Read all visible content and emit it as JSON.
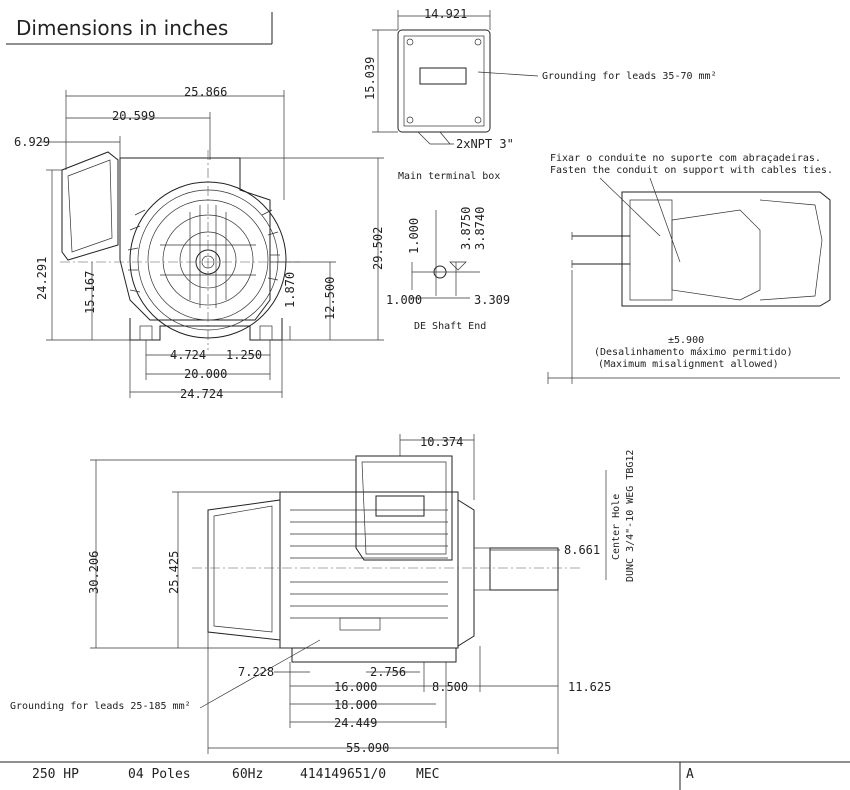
{
  "title": "Dimensions in inches",
  "front_view": {
    "dims": {
      "overall_width_top": "25.866",
      "width_2": "20.599",
      "width_3": "6.929",
      "overall_height": "29.502",
      "height_24": "24.291",
      "height_15": "15.167",
      "height_12": "12.500",
      "height_1": "1.870",
      "base_4": "4.724",
      "base_1": "1.250",
      "base_20": "20.000",
      "base_24": "24.724"
    }
  },
  "terminal_box": {
    "width": "14.921",
    "height": "15.039",
    "npt": "2xNPT 3\"",
    "grounding": "Grounding for leads 35-70 mm²",
    "caption": "Main terminal box"
  },
  "shaft_end": {
    "d1": "1.000",
    "d2": "3.8750",
    "d3": "3.8740",
    "w1": "1.000",
    "w2": "3.309",
    "caption": "DE Shaft End"
  },
  "conduit": {
    "note_pt": "Fixar o conduite no suporte com abraçadeiras.",
    "note_en": "Fasten the conduit on support with cables ties.",
    "misalign": "±5.900",
    "misalign_pt": "(Desalinhamento máximo permitido)",
    "misalign_en": "(Maximum misalignment allowed)"
  },
  "side_view": {
    "dims": {
      "top_10": "10.374",
      "height_30": "30.206",
      "height_25": "25.425",
      "shaft_8": "8.661",
      "d_7": "7.228",
      "d_2": "2.756",
      "d_16": "16.000",
      "d_8_5": "8.500",
      "d_11": "11.625",
      "d_18": "18.000",
      "d_24": "24.449",
      "overall_len": "55.090"
    },
    "center_hole_1": "Center Hole",
    "center_hole_2": "DUNC 3/4\"-10 WEG TBG12",
    "grounding": "Grounding for leads 25-185 mm²"
  },
  "footer": {
    "hp": "250 HP",
    "poles": "04 Poles",
    "hz": "60Hz",
    "code": "414149651/0",
    "std": "MEC",
    "rev": "A"
  }
}
